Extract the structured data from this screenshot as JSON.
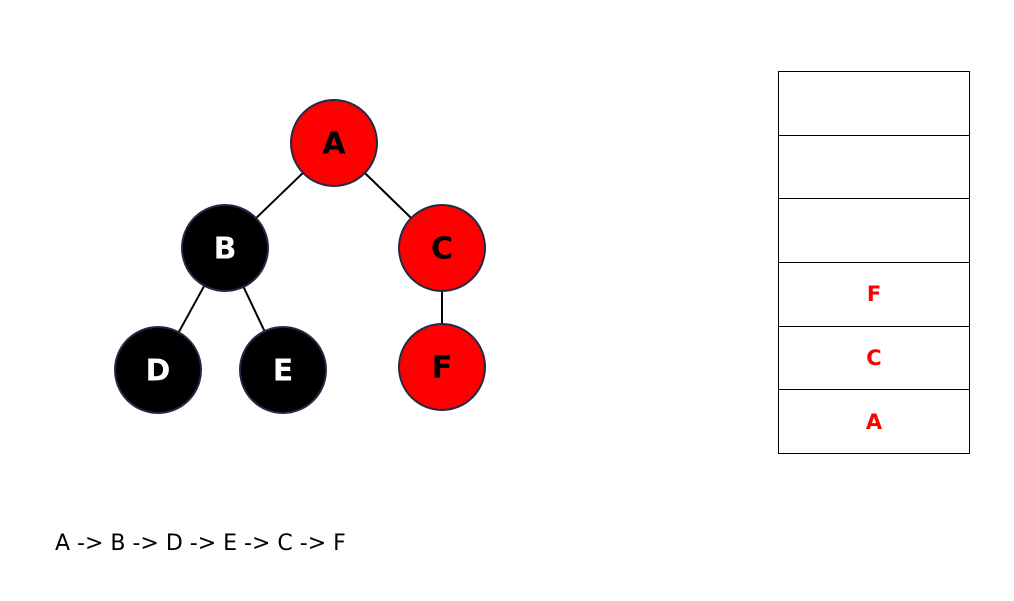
{
  "tree": {
    "nodes": [
      {
        "id": "A",
        "label": "A",
        "fill": "#ff0000",
        "text_color": "#000000"
      },
      {
        "id": "B",
        "label": "B",
        "fill": "#000000",
        "text_color": "#ffffff"
      },
      {
        "id": "C",
        "label": "C",
        "fill": "#ff0000",
        "text_color": "#000000"
      },
      {
        "id": "D",
        "label": "D",
        "fill": "#000000",
        "text_color": "#ffffff"
      },
      {
        "id": "E",
        "label": "E",
        "fill": "#000000",
        "text_color": "#ffffff"
      },
      {
        "id": "F",
        "label": "F",
        "fill": "#ff0000",
        "text_color": "#000000"
      }
    ],
    "edges": [
      {
        "from": "A",
        "to": "B"
      },
      {
        "from": "A",
        "to": "C"
      },
      {
        "from": "B",
        "to": "D"
      },
      {
        "from": "B",
        "to": "E"
      },
      {
        "from": "C",
        "to": "F"
      }
    ],
    "node_outline_color": "#1f2a44"
  },
  "stack": {
    "slots": [
      "",
      "",
      "",
      "F",
      "C",
      "A"
    ],
    "text_color": "#ff0000"
  },
  "traversal_order": "A -> B -> D -> E -> C -> F"
}
